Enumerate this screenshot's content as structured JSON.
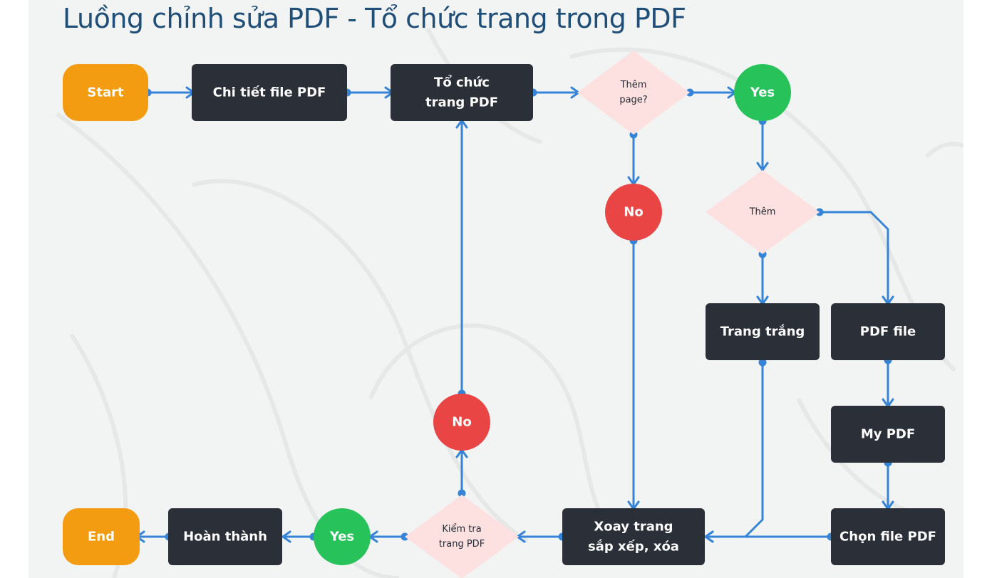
{
  "title": "Luồng chỉnh sửa PDF - Tổ chức trang trong PDF",
  "colors": {
    "background": "#f2f4f4",
    "terminal": "#f39c12",
    "process": "#2b3038",
    "decision": "#fde0e0",
    "yes": "#27c25a",
    "no": "#ea4545",
    "connector": "#3584d8",
    "title": "#1f4e79"
  },
  "nodes": {
    "start": {
      "label": [
        "Start"
      ]
    },
    "details": {
      "label": [
        "Chi tiết file PDF"
      ]
    },
    "organize": {
      "label": [
        "Tổ chức",
        "trang PDF"
      ]
    },
    "add_page": {
      "label": [
        "Thêm",
        "page?"
      ]
    },
    "yes_top": {
      "label": [
        "Yes"
      ]
    },
    "no_mid": {
      "label": [
        "No"
      ]
    },
    "add": {
      "label": [
        "Thêm"
      ]
    },
    "blank": {
      "label": [
        "Trang trắng"
      ]
    },
    "pdf_file": {
      "label": [
        "PDF file"
      ]
    },
    "my_pdf": {
      "label": [
        "My PDF"
      ]
    },
    "choose_pdf": {
      "label": [
        "Chọn file PDF"
      ]
    },
    "rotate": {
      "label": [
        "Xoay trang",
        "sắp xếp, xóa"
      ]
    },
    "check": {
      "label": [
        "Kiểm tra",
        "trang PDF"
      ]
    },
    "no_left": {
      "label": [
        "No"
      ]
    },
    "yes_bottom": {
      "label": [
        "Yes"
      ]
    },
    "done": {
      "label": [
        "Hoàn thành"
      ]
    },
    "end": {
      "label": [
        "End"
      ]
    }
  }
}
